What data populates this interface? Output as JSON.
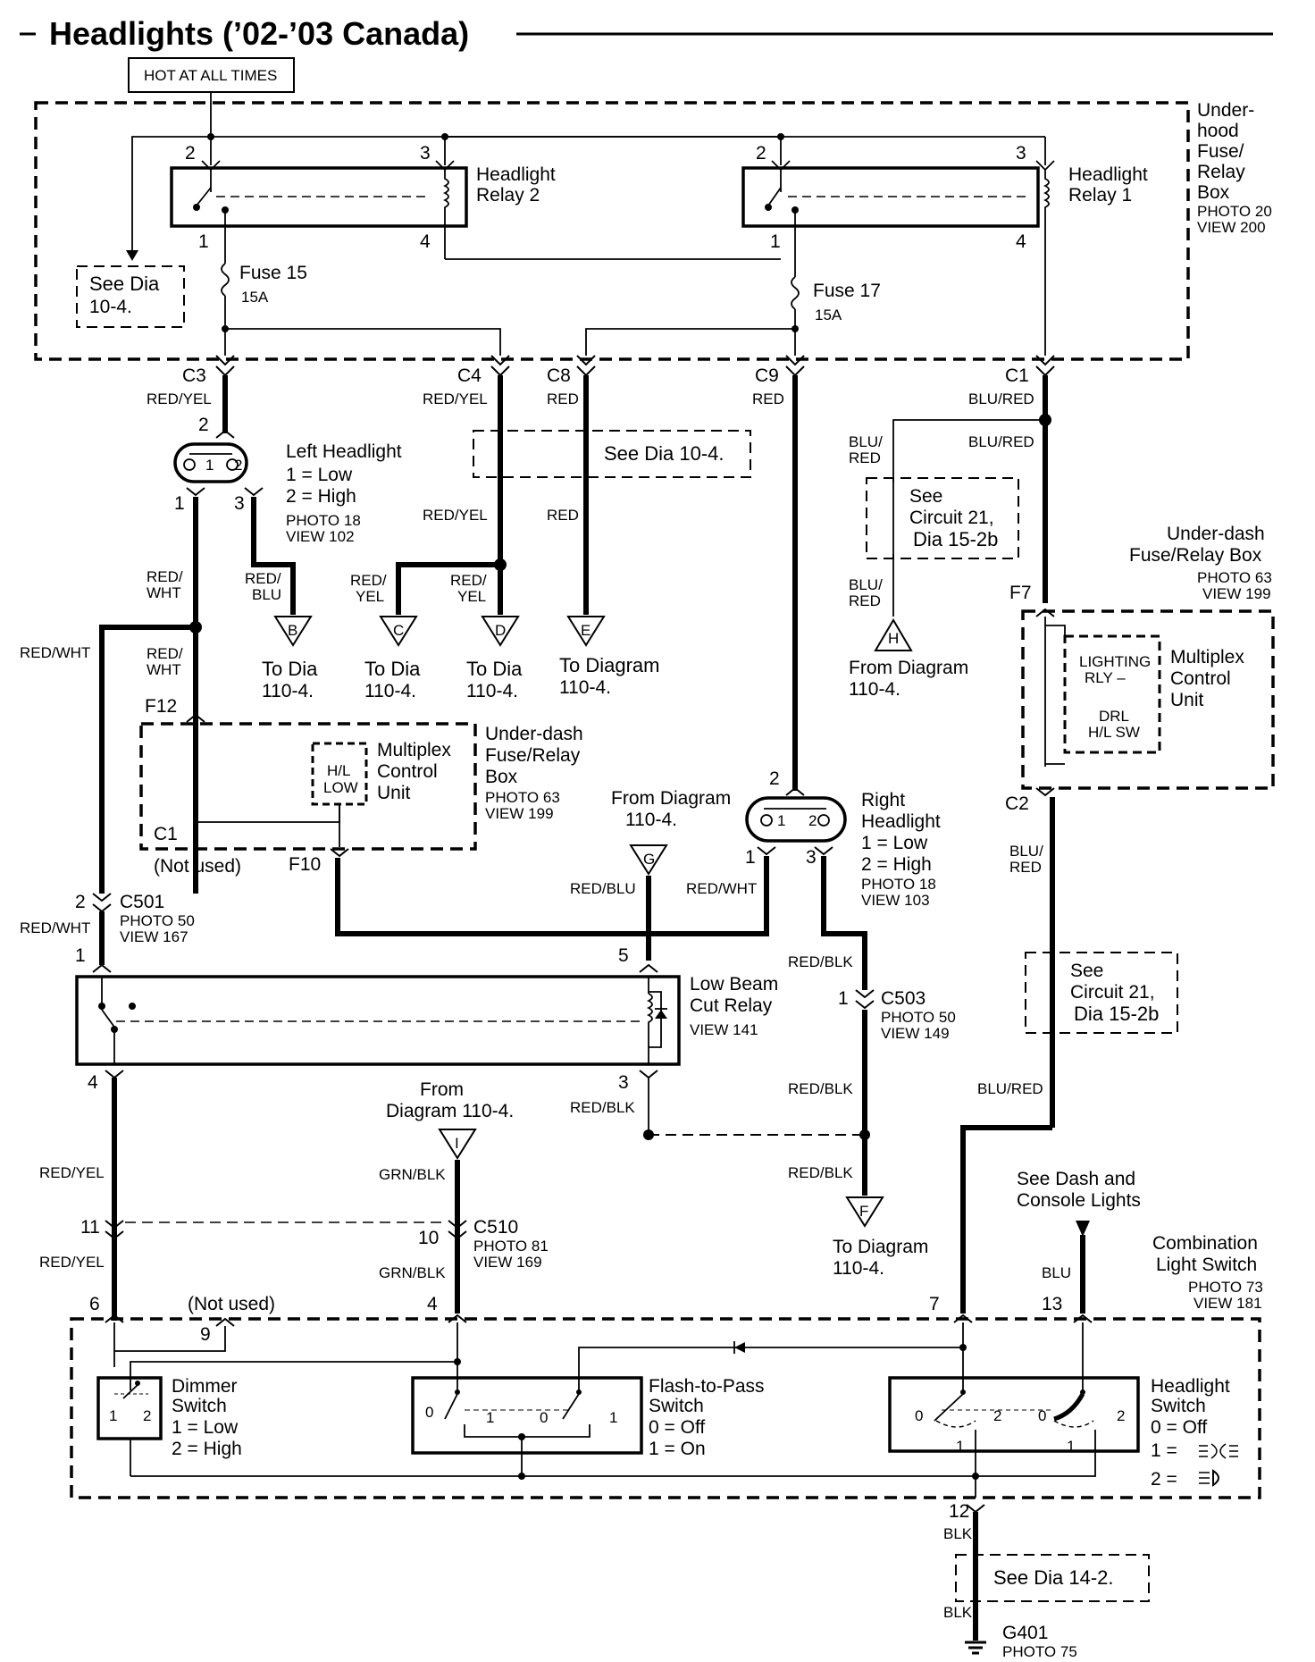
{
  "title": "Headlights (’02-’03 Canada)",
  "hot_label": "HOT AT ALL TIMES",
  "underhood_box": {
    "l1": "Under-",
    "l2": "hood",
    "l3": "Fuse/",
    "l4": "Relay",
    "l5": "Box",
    "photo": "PHOTO 20",
    "view": "VIEW 200"
  },
  "relay2": {
    "l1": "Headlight",
    "l2": "Relay 2",
    "p2": "2",
    "p3": "3",
    "p1": "1",
    "p4": "4"
  },
  "relay1": {
    "l1": "Headlight",
    "l2": "Relay 1",
    "p2": "2",
    "p3": "3",
    "p1": "1",
    "p4": "4"
  },
  "fuse15": {
    "name": "Fuse 15",
    "rating": "15A"
  },
  "fuse17": {
    "name": "Fuse 17",
    "rating": "15A"
  },
  "see_dia_104_a": {
    "l1": "See Dia",
    "l2": "10-4."
  },
  "see_dia_104_b": "See Dia 10-4.",
  "connectors": {
    "c3": "C3",
    "c4": "C4",
    "c8": "C8",
    "c9": "C9",
    "c1": "C1",
    "c2": "C2",
    "c1b": "C1",
    "f7": "F7",
    "f12": "F12",
    "f10": "F10",
    "c501": "C501",
    "c503": "C503",
    "c510": "C510",
    "g401": "G401"
  },
  "wires": {
    "red_yel": "RED/YEL",
    "red": "RED",
    "blu_red": "BLU/RED",
    "red_wht": "RED/WHT",
    "red_blu": "RED/BLU",
    "red_blk": "RED/BLK",
    "grn_blk": "GRN/BLK",
    "blu": "BLU",
    "blk": "BLK",
    "blu_s1": "BLU/",
    "red_s2": "RED",
    "red_s1": "RED/",
    "wht_s2": "WHT",
    "blu_s2": "BLU",
    "yel_s2": "YEL"
  },
  "left_headlight": {
    "l1": "Left Headlight",
    "l2": "1 = Low",
    "l3": "2 = High",
    "photo": "PHOTO 18",
    "view": "VIEW 102",
    "p2": "2",
    "p1": "1",
    "p3": "3",
    "i1": "1",
    "i2": "2"
  },
  "right_headlight": {
    "l1": "Right",
    "l2": "Headlight",
    "l3": "1 = Low",
    "l4": "2 = High",
    "photo": "PHOTO 18",
    "view": "VIEW 103",
    "p2": "2",
    "p1": "1",
    "p3": "3",
    "i1": "1",
    "i2": "2"
  },
  "see_circuit_a": {
    "l1": "See",
    "l2": "Circuit 21,",
    "l3": "Dia 15-2b"
  },
  "see_circuit_b": {
    "l1": "See",
    "l2": "Circuit 21,",
    "l3": "Dia 15-2b"
  },
  "to_labels": {
    "b": {
      "letter": "B",
      "l1": "To Dia",
      "l2": "110-4."
    },
    "c": {
      "letter": "C",
      "l1": "To Dia",
      "l2": "110-4."
    },
    "d": {
      "letter": "D",
      "l1": "To Dia",
      "l2": "110-4."
    },
    "e": {
      "letter": "E",
      "l1": "To Diagram",
      "l2": "110-4."
    },
    "h": {
      "letter": "H",
      "l1": "From Diagram",
      "l2": "110-4."
    },
    "g": {
      "letter": "G",
      "l1": "From Diagram",
      "l2": "110-4."
    },
    "i": {
      "letter": "I",
      "l1": "From",
      "l2": "Diagram 110-4."
    },
    "f": {
      "letter": "F",
      "l1": "To Diagram",
      "l2": "110-4."
    }
  },
  "underdash_box_right": {
    "l1": "Under-dash",
    "l2": "Fuse/Relay Box",
    "photo": "PHOTO 63",
    "view": "VIEW 199"
  },
  "mcu_right": {
    "l1": "Multiplex",
    "l2": "Control",
    "l3": "Unit",
    "in1": "LIGHTING",
    "in2": "RLY –",
    "in3": "DRL",
    "in4": "H/L SW"
  },
  "underdash_box_left": {
    "l1": "Under-dash",
    "l2": "Fuse/Relay",
    "l3": "Box",
    "photo": "PHOTO 63",
    "view": "VIEW 199"
  },
  "mcu_left": {
    "l1": "Multiplex",
    "l2": "Control",
    "l3": "Unit",
    "in1": "H/L",
    "in2": "LOW"
  },
  "not_used": "(Not used)",
  "c501_info": {
    "photo": "PHOTO 50",
    "view": "VIEW 167",
    "pin": "2"
  },
  "c503_info": {
    "photo": "PHOTO 50",
    "view": "VIEW 149",
    "pin": "1"
  },
  "c510_info": {
    "photo": "PHOTO 81",
    "view": "VIEW 169",
    "pin11": "11",
    "pin10": "10"
  },
  "low_beam_relay": {
    "l1": "Low Beam",
    "l2": "Cut Relay",
    "view": "VIEW 141",
    "p1": "1",
    "p5": "5",
    "p4": "4",
    "p3": "3"
  },
  "see_dash": {
    "l1": "See Dash and",
    "l2": "Console Lights"
  },
  "combo_switch": {
    "l1": "Combination",
    "l2": "Light Switch",
    "photo": "PHOTO 73",
    "view": "VIEW 181",
    "p6": "6",
    "p9": "9",
    "p4": "4",
    "p7": "7",
    "p13": "13",
    "p12": "12",
    "not_used": "(Not used)"
  },
  "dimmer": {
    "l1": "Dimmer",
    "l2": "Switch",
    "l3": "1 = Low",
    "l4": "2 = High",
    "i1": "1",
    "i2": "2"
  },
  "flash_pass": {
    "l1": "Flash-to-Pass",
    "l2": "Switch",
    "l3": "0 = Off",
    "l4": "1 = On",
    "a0": "0",
    "a1": "1",
    "b0": "0",
    "b1": "1"
  },
  "headlight_switch": {
    "l1": "Headlight",
    "l2": "Switch",
    "l3": "0 = Off",
    "l4": "1 =",
    "l5": "2 =",
    "a0": "0",
    "a2": "2",
    "a1": "1",
    "b0": "0",
    "b2": "2",
    "b1": "1"
  },
  "see_dia_142": "See Dia 14-2.",
  "g401_photo": "PHOTO 75"
}
